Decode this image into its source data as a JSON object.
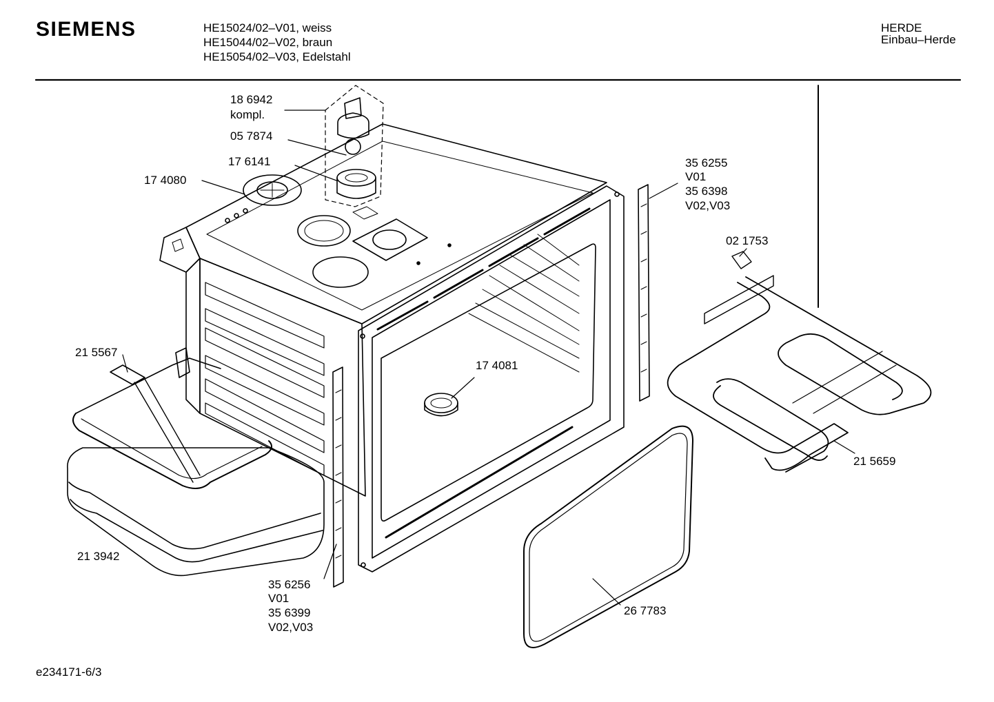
{
  "header": {
    "brand": "SIEMENS",
    "models": [
      "HE15024/02–V01, weiss",
      "HE15044/02–V02, braun",
      "HE15054/02–V03, Edelstahl"
    ],
    "category": "HERDE",
    "subcategory": "Einbau–Herde"
  },
  "labels": {
    "p186942": "18 6942",
    "p186942_note": "kompl.",
    "p057874": "05 7874",
    "p176141": "17 6141",
    "p174080": "17 4080",
    "p356255": "35 6255",
    "p356255_v": "V01",
    "p356398": "35 6398",
    "p356398_v": "V02,V03",
    "p021753": "02 1753",
    "p215567": "21 5567",
    "p174081": "17 4081",
    "p215659": "21 5659",
    "p213942": "21 3942",
    "p356256": "35 6256",
    "p356256_v": "V01",
    "p356399": "35 6399",
    "p356399_v": "V02,V03",
    "p267783": "26 7783"
  },
  "footer": {
    "drawing_id": "e234171-6/3"
  }
}
